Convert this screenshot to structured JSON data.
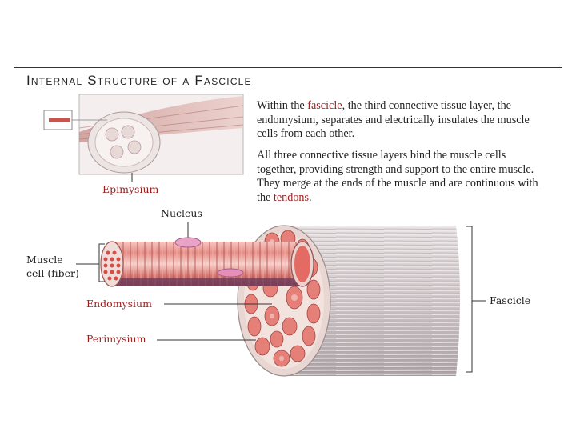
{
  "title": "Internal Structure of a Fascicle",
  "paragraph1": {
    "pre": "Within the ",
    "term": "fascicle",
    "post": ", the third connective tissue layer, the endomysium, separates and electrically insulates the muscle cells from each other."
  },
  "paragraph2": {
    "pre": "All three connective tissue layers bind the muscle cells together, providing strength and support to the entire muscle. They merge at the ends of the muscle and are continuous with the ",
    "term": "tendons",
    "post": "."
  },
  "labels": {
    "epimysium": "Epimysium",
    "nucleus": "Nucleus",
    "muscle_cell_line1": "Muscle",
    "muscle_cell_line2": "cell (fiber)",
    "endomysium": "Endomysium",
    "perimysium": "Perimysium",
    "fascicle": "Fascicle"
  },
  "colors": {
    "term_red": "#9a1c1c",
    "muscle_red": "#d9534f",
    "fascicle_gray": "#c9c3c5"
  }
}
